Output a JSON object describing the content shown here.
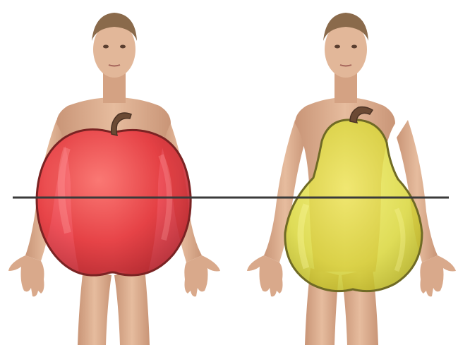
{
  "scene": {
    "background": "#ffffff",
    "skin_color": "#e0b394",
    "skin_shade": "#c99577",
    "hair_color": "#8a6a4b",
    "apple_color": "#e8303a",
    "apple_outline": "#7a2323",
    "pear_color": "#d9d63a",
    "pear_outline": "#6f6a25",
    "stem_color": "#6b4a34",
    "waist_line_color": "#3a3a3a",
    "figures": [
      {
        "body_shape": "apple",
        "overlay": "apple-shape"
      },
      {
        "body_shape": "pear",
        "overlay": "pear-shape"
      }
    ]
  }
}
